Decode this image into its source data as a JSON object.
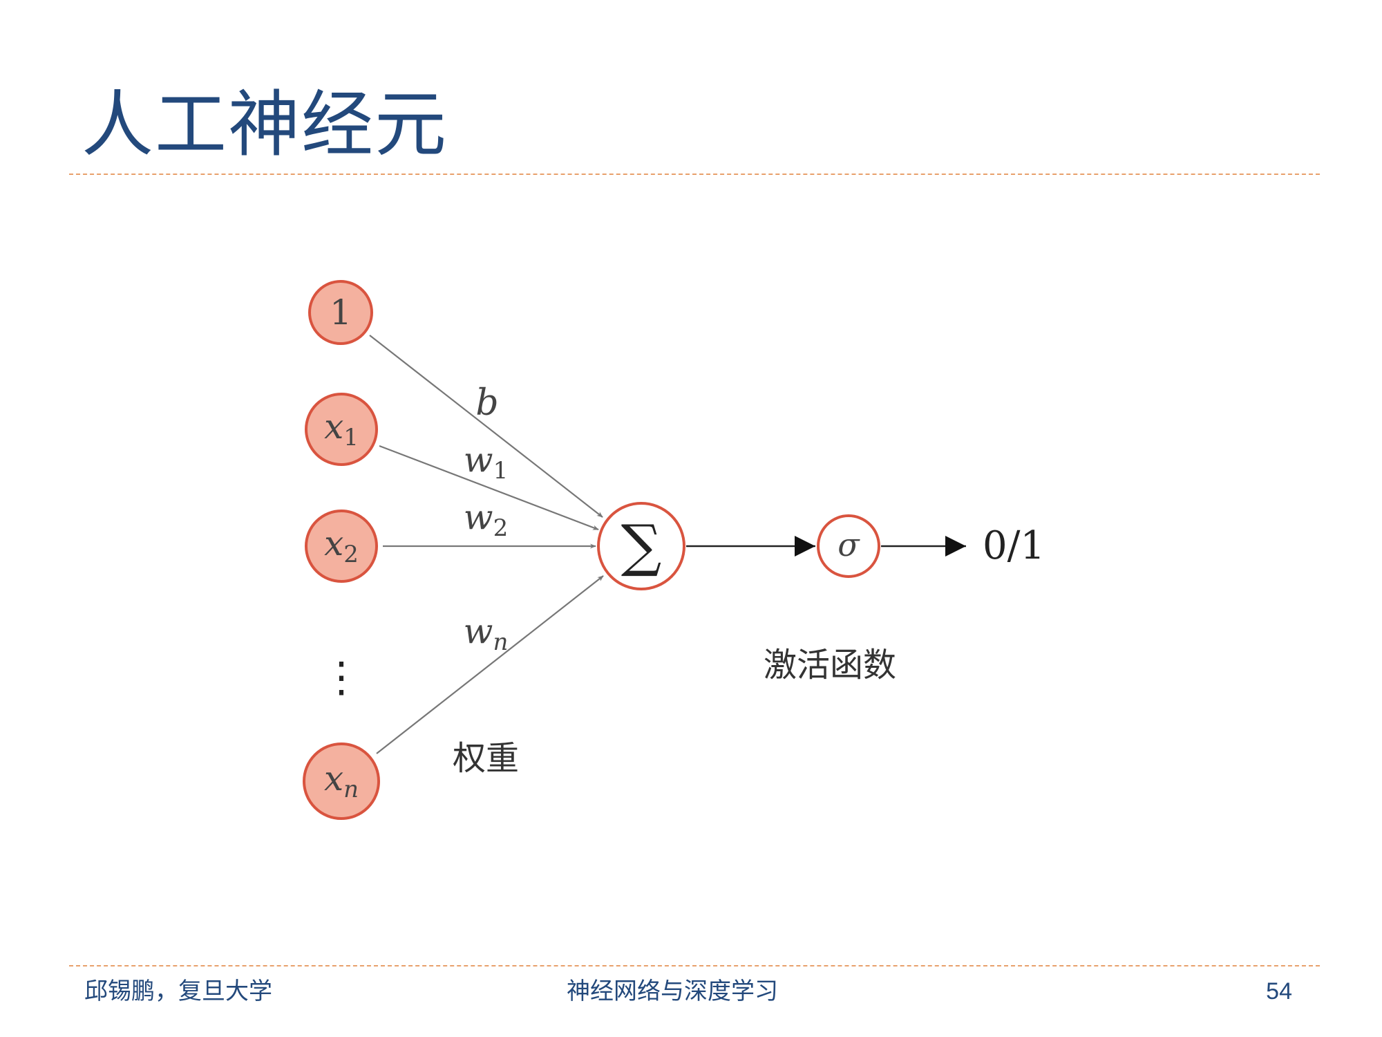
{
  "slide": {
    "title": "人工神经元",
    "colors": {
      "title": "#23497c",
      "divider": "#e8a06b",
      "node_fill": "#f4b19f",
      "node_stroke": "#d9543f"
    }
  },
  "diagram": {
    "inputs": [
      {
        "label": "1",
        "subscript": ""
      },
      {
        "label": "x",
        "subscript": "1"
      },
      {
        "label": "x",
        "subscript": "2"
      },
      {
        "label": "x",
        "subscript": "n"
      }
    ],
    "ellipsis": "⋮",
    "weights": [
      {
        "label": "b",
        "subscript": ""
      },
      {
        "label": "w",
        "subscript": "1"
      },
      {
        "label": "w",
        "subscript": "2"
      },
      {
        "label": "w",
        "subscript": "n"
      }
    ],
    "sum_symbol": "∑",
    "activation_symbol": "σ",
    "output_label": "0/1",
    "weights_caption": "权重",
    "activation_caption": "激活函数"
  },
  "footer": {
    "author": "邱锡鹏，复旦大学",
    "course": "神经网络与深度学习",
    "page_number": "54"
  }
}
